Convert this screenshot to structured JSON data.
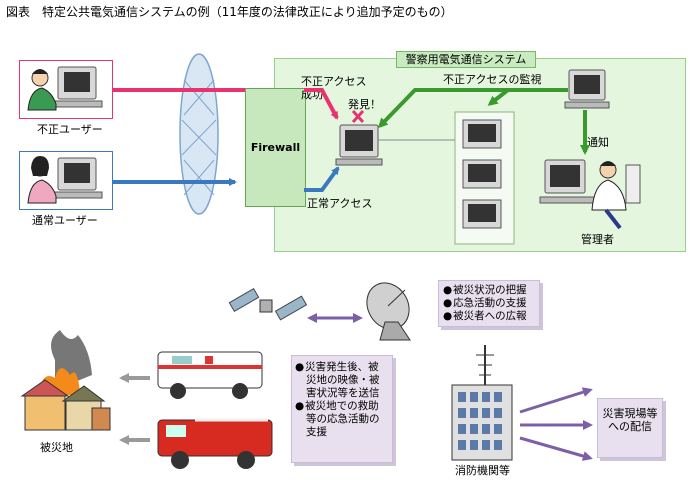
{
  "title": "図表　特定公共電気通信システムの例（11年度の法律改正により追加予定のもの）",
  "panel_title": "警察用電気通信システム",
  "firewall": "Firewall",
  "users": {
    "illegal": "不正ユーザー",
    "normal": "通常ユーザー"
  },
  "labels": {
    "illegal_success": "不正アクセス\n成功",
    "discovered": "発見！",
    "monitoring": "不正アクセスの監視",
    "notify": "通知",
    "normal_access": "正常アクセス",
    "admin": "管理者",
    "disaster_area": "被災地",
    "fire_dept": "消防機関等",
    "disaster_scene": "災害現場等\nへの配信"
  },
  "top_box": {
    "items": [
      "被災状況の把握",
      "応急活動の支援",
      "被災者への広報"
    ]
  },
  "mid_box": {
    "items": [
      "災害発生後、被災地の映像・被害状況等を送信",
      "被災地での救助等の応急活動の支援"
    ]
  },
  "colors": {
    "illegal": "#e8336e",
    "normal": "#3a78c0",
    "monitor": "#3a9a2e",
    "purple": "#7b60a8",
    "gray_arrow": "#9a9a9a"
  }
}
